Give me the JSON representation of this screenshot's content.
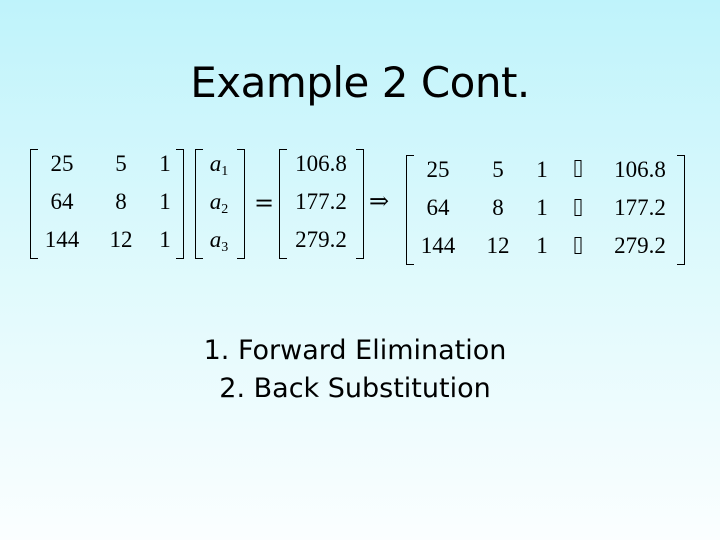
{
  "slide": {
    "title": "Example 2 Cont.",
    "steps": [
      "1. Forward Elimination",
      "2. Back Substitution"
    ]
  },
  "equation": {
    "coefficient_matrix": [
      [
        "25",
        "5",
        "1"
      ],
      [
        "64",
        "8",
        "1"
      ],
      [
        "144",
        "12",
        "1"
      ]
    ],
    "unknowns": [
      {
        "base": "a",
        "sub": "1"
      },
      {
        "base": "a",
        "sub": "2"
      },
      {
        "base": "a",
        "sub": "3"
      }
    ],
    "rhs": [
      "106.8",
      "177.2",
      "279.2"
    ],
    "equals_symbol": "=",
    "implies_symbol": "⇒",
    "augmented_matrix": [
      [
        "25",
        "5",
        "1",
        "106.8"
      ],
      [
        "64",
        "8",
        "1",
        "177.2"
      ],
      [
        "144",
        "12",
        "1",
        "279.2"
      ]
    ]
  }
}
